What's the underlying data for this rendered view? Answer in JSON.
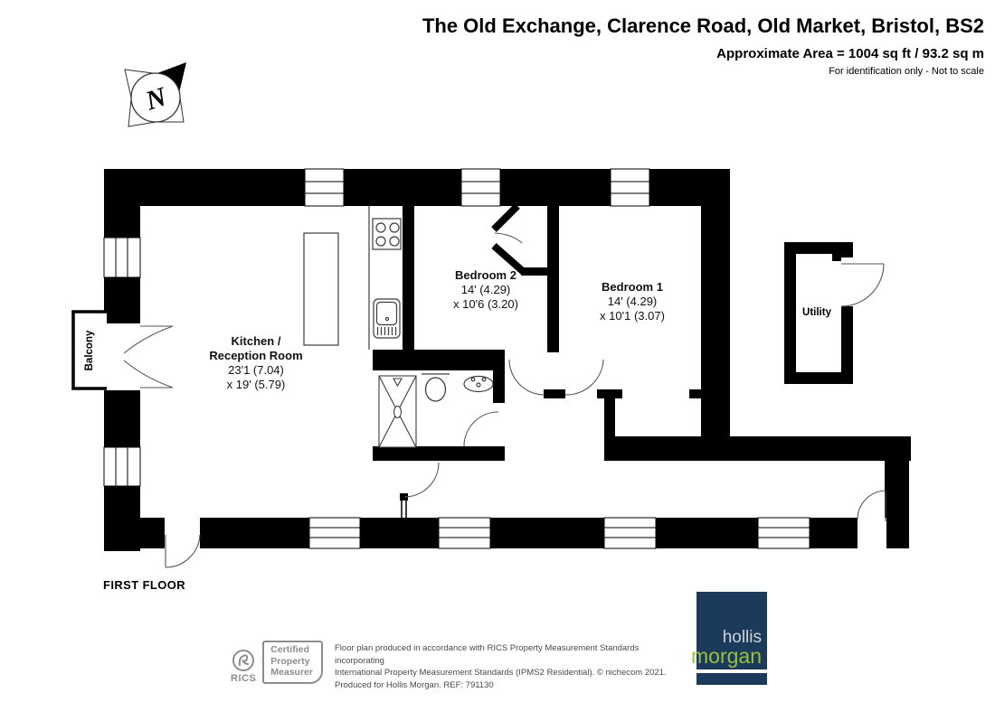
{
  "header": {
    "title": "The Old Exchange, Clarence Road, Old Market, Bristol, BS2",
    "area": "Approximate Area = 1004 sq ft / 93.2 sq m",
    "note": "For identification only - Not to scale"
  },
  "compass": {
    "letter": "N"
  },
  "floor_label": "FIRST FLOOR",
  "rooms": {
    "kitchen": {
      "line1": "Kitchen /",
      "line2": "Reception Room",
      "dim1": "23'1 (7.04)",
      "dim2": "x 19' (5.79)"
    },
    "bedroom2": {
      "name": "Bedroom 2",
      "dim1": "14' (4.29)",
      "dim2": "x 10'6 (3.20)"
    },
    "bedroom1": {
      "name": "Bedroom 1",
      "dim1": "14' (4.29)",
      "dim2": "x 10'1 (3.07)"
    },
    "utility": {
      "name": "Utility"
    },
    "balcony": {
      "name": "Balcony"
    }
  },
  "footer": {
    "rics": {
      "org": "RICS",
      "cert1": "Certified",
      "cert2": "Property",
      "cert3": "Measurer"
    },
    "disclaimer1": "Floor plan produced in accordance with RICS Property Measurement Standards incorporating",
    "disclaimer2": "International Property Measurement Standards (IPMS2 Residential).   © nichecom 2021.",
    "disclaimer3": "Produced for Hollis Morgan.   REF:  791130",
    "logo": {
      "line1": "hollis",
      "line2": "morgan"
    }
  },
  "colors": {
    "wall": "#000000",
    "logo_navy": "#1c3b5c",
    "logo_green": "#98bf3d",
    "rics_grey": "#8d8d8d"
  }
}
